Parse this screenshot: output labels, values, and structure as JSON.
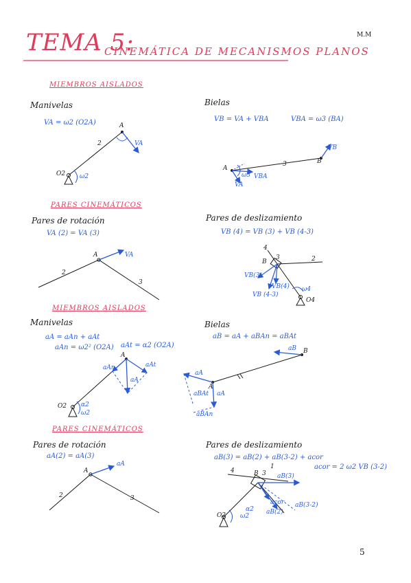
{
  "header": {
    "title_main": "TEMA 5:",
    "title_sub": "CINEMÁTICA DE MECANISMOS PLANOS",
    "initials": "M.M"
  },
  "sections": {
    "s1": "MIEMBROS AISLADOS",
    "s2": "PARES CINEMÁTICOS",
    "s3": "MIEMBROS AISLADOS",
    "s4": "PARES CINEMÁTICOS"
  },
  "headings": {
    "manivelas_1": "Manivelas",
    "bielas_1": "Bielas",
    "rotacion_1": "Pares de rotación",
    "deslizamiento_1": "Pares de deslizamiento",
    "manivelas_2": "Manivelas",
    "bielas_2": "Bielas",
    "rotacion_2": "Pares de rotación",
    "deslizamiento_2": "Pares de deslizamiento"
  },
  "equations": {
    "va": "VA = ω2 (O2A)",
    "vb": "VB = VA + VBA",
    "vba": "VBA = ω3 (BA)",
    "va23": "VA (2) = VA (3)",
    "vb4": "VB (4) = VB (3) + VB (4-3)",
    "aa": "aA = aAn + aAt",
    "aan": "aAn = ω2² (O2A)",
    "aat": "aAt = α2 (O2A)",
    "ab": "aB = aA + aBAn = aBAt",
    "aa23": "aA(2) = aA(3)",
    "ab3": "aB(3) = aB(2) + aB(3-2) + acor",
    "acor": "acor = 2 ω2 VB (3-2)"
  },
  "labels": {
    "A": "A",
    "B": "B",
    "O2": "O2",
    "O4": "O4",
    "n1": "1",
    "n2": "2",
    "n3": "3",
    "n4": "4",
    "VA": "VA",
    "VB": "VB",
    "VBA": "VBA",
    "w2": "ω2",
    "w3": "ω3",
    "w4": "ω4",
    "a2": "α2",
    "VB3": "VB(3)",
    "VB4": "VB(4)",
    "VB43": "VB (4-3)",
    "aA": "aA",
    "aAn": "aAn",
    "aAt": "aAt",
    "aB": "aB",
    "aBAt": "aBAt",
    "aBAn": "aBAn",
    "aB3": "aB(3)",
    "aB2": "aB(2)",
    "aB32": "aB(3-2)",
    "acor": "acor"
  },
  "page_number": "5",
  "colors": {
    "red": "#e23a5a",
    "blue": "#2a5bd7",
    "black": "#1a1a1a"
  }
}
